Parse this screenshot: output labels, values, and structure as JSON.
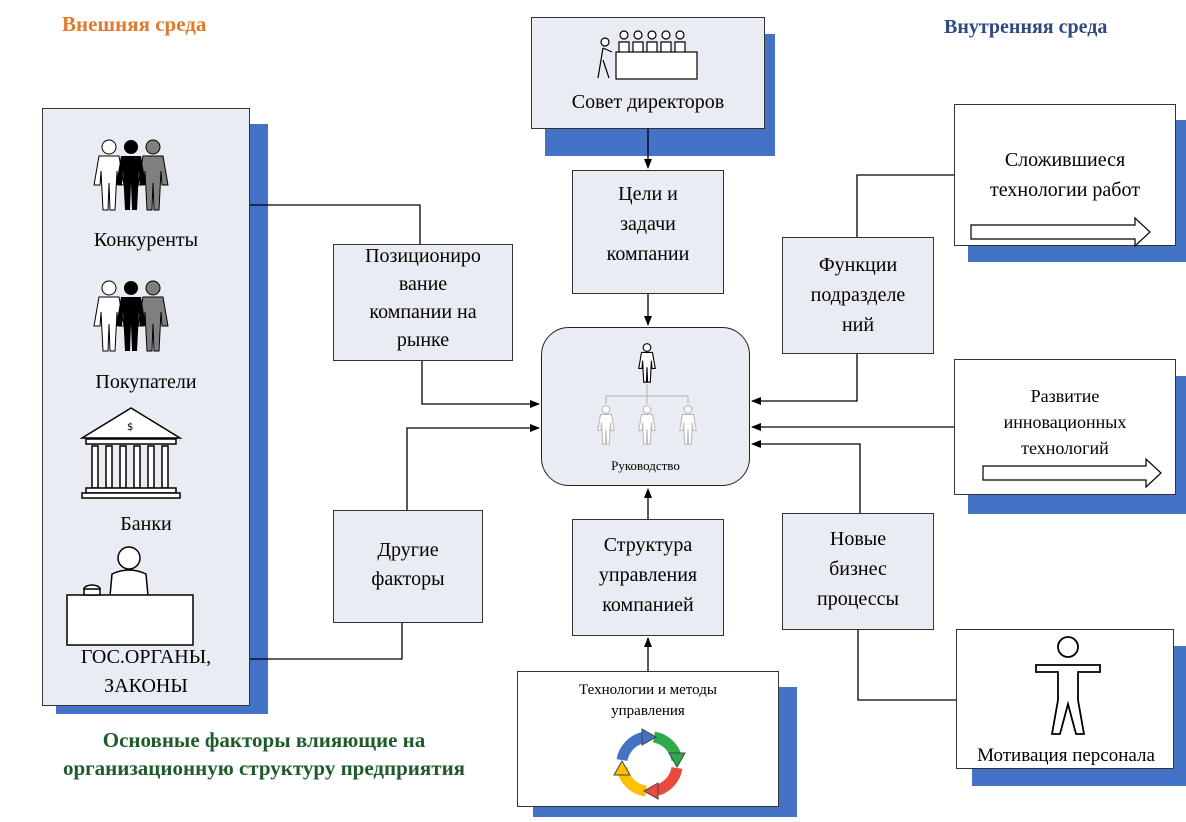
{
  "header": {
    "external_env": "Внешняя среда",
    "internal_env": "Внутренняя среда"
  },
  "caption": {
    "line1": "Основные факторы влияющие на",
    "line2": "организационную структуру предприятия"
  },
  "external": {
    "competitors": "Конкуренты",
    "buyers": "Покупатели",
    "banks": "Банки",
    "gov_line1": "ГОС.ОРГАНЫ,",
    "gov_line2": "ЗАКОНЫ"
  },
  "nodes": {
    "board": "Совет директоров",
    "goals": [
      "Цели и",
      "задачи",
      "компании"
    ],
    "positioning": [
      "Позициониро",
      "вание",
      "компании на",
      "рынке"
    ],
    "other_factors": [
      "Другие",
      "факторы"
    ],
    "management": "Руководство",
    "structure": [
      "Структура",
      "управления",
      "компанией"
    ],
    "methods": [
      "Технологии и методы",
      "управления"
    ],
    "functions": [
      "Функции",
      "подразделе",
      "ний"
    ],
    "new_processes": [
      "Новые",
      "бизнес",
      "процессы"
    ],
    "established_tech": [
      "Сложившиеся",
      "технологии работ"
    ],
    "innovation": [
      "Развитие",
      "инновационных",
      "технологий"
    ],
    "motivation": "Мотивация персонала"
  },
  "colors": {
    "shadow": "#4472c4",
    "box_fill": "#e9ecf3",
    "external_title": "#e07a2c",
    "internal_title": "#2e4a80",
    "caption": "#1f5b2a",
    "cycle": [
      "#4472c4",
      "#2eaa4a",
      "#ffc000",
      "#e64b3c"
    ]
  },
  "icons": {
    "competitors": "people-group-icon",
    "buyers": "people-group-icon",
    "banks": "bank-building-icon",
    "gov": "official-desk-icon",
    "board": "board-meeting-icon",
    "management": "hierarchy-people-icon",
    "methods": "cycle-arrows-icon",
    "motivation": "person-icon"
  }
}
